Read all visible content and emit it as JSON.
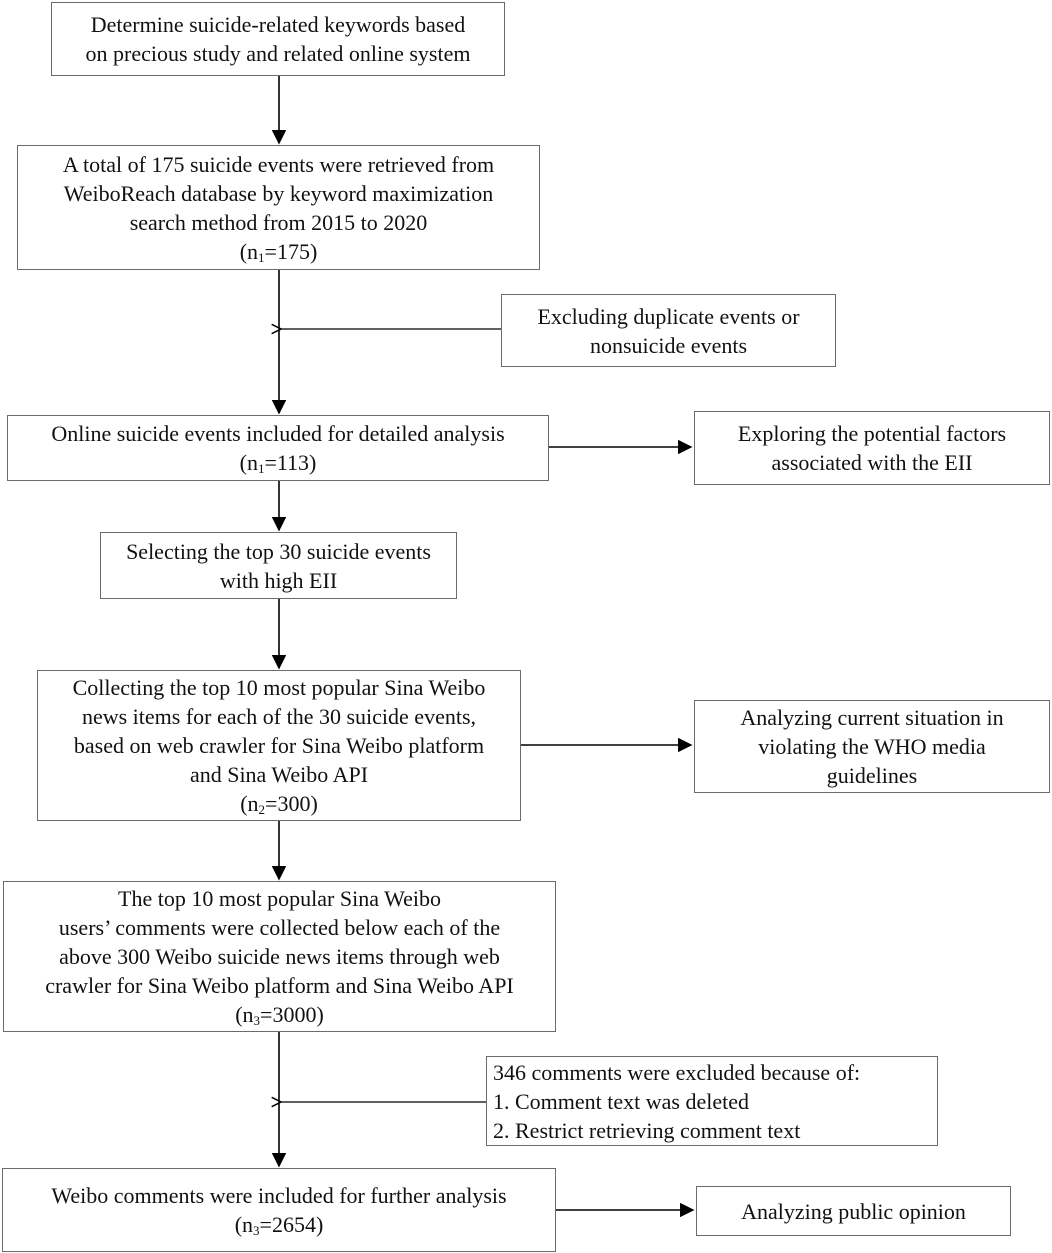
{
  "nodes": {
    "keywords": {
      "lines": [
        "Determine suicide-related keywords based",
        "on precious study and related online system"
      ]
    },
    "retrieved": {
      "lines": [
        "A total of 175 suicide events were retrieved from",
        "WeiboReach database by keyword maximization",
        "search method from 2015 to 2020"
      ],
      "count": {
        "var": "n",
        "sub": "1",
        "value": "=175"
      }
    },
    "exclude_events": {
      "lines": [
        "Excluding duplicate events or",
        "nonsuicide events"
      ]
    },
    "included_events": {
      "lines": [
        "Online suicide events included for detailed analysis"
      ],
      "count": {
        "var": "n",
        "sub": "1",
        "value": "=113"
      }
    },
    "potential_factors": {
      "lines": [
        "Exploring the potential factors",
        "associated with the EII"
      ]
    },
    "top30": {
      "lines": [
        "Selecting the top 30 suicide events",
        "with high EII"
      ]
    },
    "news_items": {
      "lines": [
        "Collecting the top 10 most popular Sina Weibo",
        "news items for each of the 30 suicide events,",
        "based on web crawler for Sina Weibo platform",
        "and Sina Weibo API"
      ],
      "count": {
        "var": "n",
        "sub": "2",
        "value": "=300"
      }
    },
    "who_guidelines": {
      "lines": [
        "Analyzing current situation in",
        "violating the WHO media",
        "guidelines"
      ]
    },
    "comments": {
      "lines": [
        "The top 10 most popular Sina Weibo",
        "users’ comments were collected below each of the",
        "above 300 Weibo suicide news items through web",
        "crawler for Sina Weibo platform and Sina Weibo API"
      ],
      "count": {
        "var": "n",
        "sub": "3",
        "value": "=3000"
      }
    },
    "excluded_comments": {
      "lines": [
        "346 comments were excluded because of:",
        "1. Comment text was deleted",
        "2. Restrict retrieving comment text"
      ]
    },
    "final_comments": {
      "lines": [
        "Weibo comments were included for further analysis"
      ],
      "count": {
        "var": "n",
        "sub": "3",
        "value": "=2654"
      }
    },
    "public_opinion": {
      "lines": [
        "Analyzing public opinion"
      ]
    }
  },
  "colors": {
    "border": "#6b6b6b",
    "arrow": "#000000",
    "text": "#111111"
  }
}
